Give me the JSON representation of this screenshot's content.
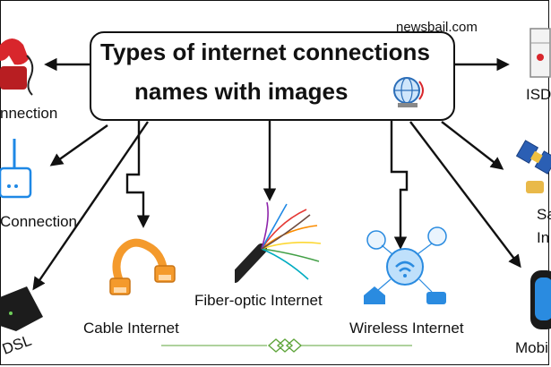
{
  "watermark": "newsbail.com",
  "title": {
    "line1": "Types of internet connections",
    "line2": "names with images"
  },
  "labels": {
    "dialup": "nnection",
    "isdn": "ISDN",
    "broadband": "Connection",
    "satellite_1": "Sa",
    "satellite_2": "In",
    "dsl": "DSL",
    "cable": "Cable Internet",
    "fiber": "Fiber-optic Internet",
    "wireless": "Wireless Internet",
    "mobile": "Mobi"
  },
  "colors": {
    "accent_red": "#d8262c",
    "cable_orange": "#f49a2c",
    "wifi_blue": "#2a8be0",
    "router_blue": "#1e88e5",
    "ornament_green": "#5fa53b"
  }
}
